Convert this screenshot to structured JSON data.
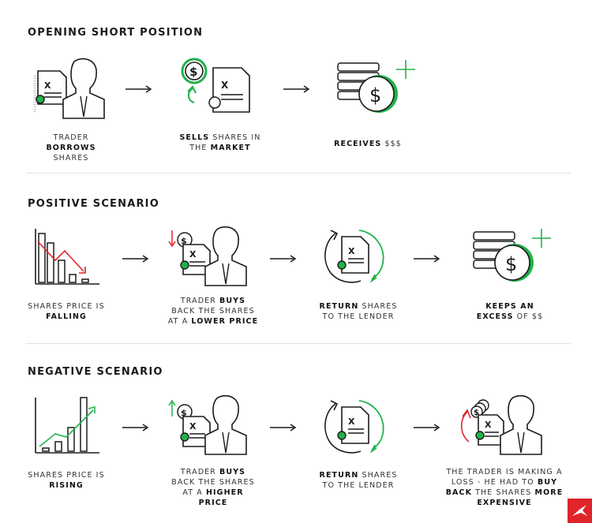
{
  "sections": [
    {
      "title": "OPENING SHORT POSITION"
    },
    {
      "title": "POSITIVE SCENARIO"
    },
    {
      "title": "NEGATIVE SCENARIO"
    }
  ],
  "steps": {
    "s1a": {
      "pre": "TRADER ",
      "bold": "BORROWS",
      "post": " SHARES"
    },
    "s1b": {
      "bold": "SELLS",
      "mid": " SHARES IN THE ",
      "bold2": "MARKET"
    },
    "s1c": {
      "bold": "RECEIVES",
      "post": " $$$"
    },
    "s2a": {
      "pre": "SHARES PRICE IS ",
      "bold": "FALLING"
    },
    "s2b": {
      "pre": "TRADER ",
      "bold": "BUYS",
      "mid": " BACK THE SHARES AT A ",
      "bold2": "LOWER PRICE"
    },
    "s2c": {
      "bold": "RETURN",
      "post": " SHARES TO THE LENDER"
    },
    "s2d": {
      "bold": "KEEPS AN EXCESS",
      "post": " OF $$"
    },
    "s3a": {
      "pre": "SHARES PRICE IS ",
      "bold": "RISING"
    },
    "s3b": {
      "pre": "TRADER ",
      "bold": "BUYS",
      "mid": " BACK THE SHARES AT A ",
      "bold2": "HIGHER PRICE"
    },
    "s3c": {
      "bold": "RETURN",
      "post": " SHARES TO THE LENDER"
    },
    "s3d": {
      "pre": "THE TRADER IS MAKING A LOSS - HE HAD TO ",
      "bold": "BUY BACK",
      "mid": " THE SHARES ",
      "bold2": "MORE EXPENSIVE"
    }
  },
  "glyphs": {
    "doc_mark": "X",
    "dollar": "$"
  },
  "colors": {
    "accent": "#1fb24a",
    "loss": "#e0242b",
    "ink": "#1b1b1b"
  }
}
